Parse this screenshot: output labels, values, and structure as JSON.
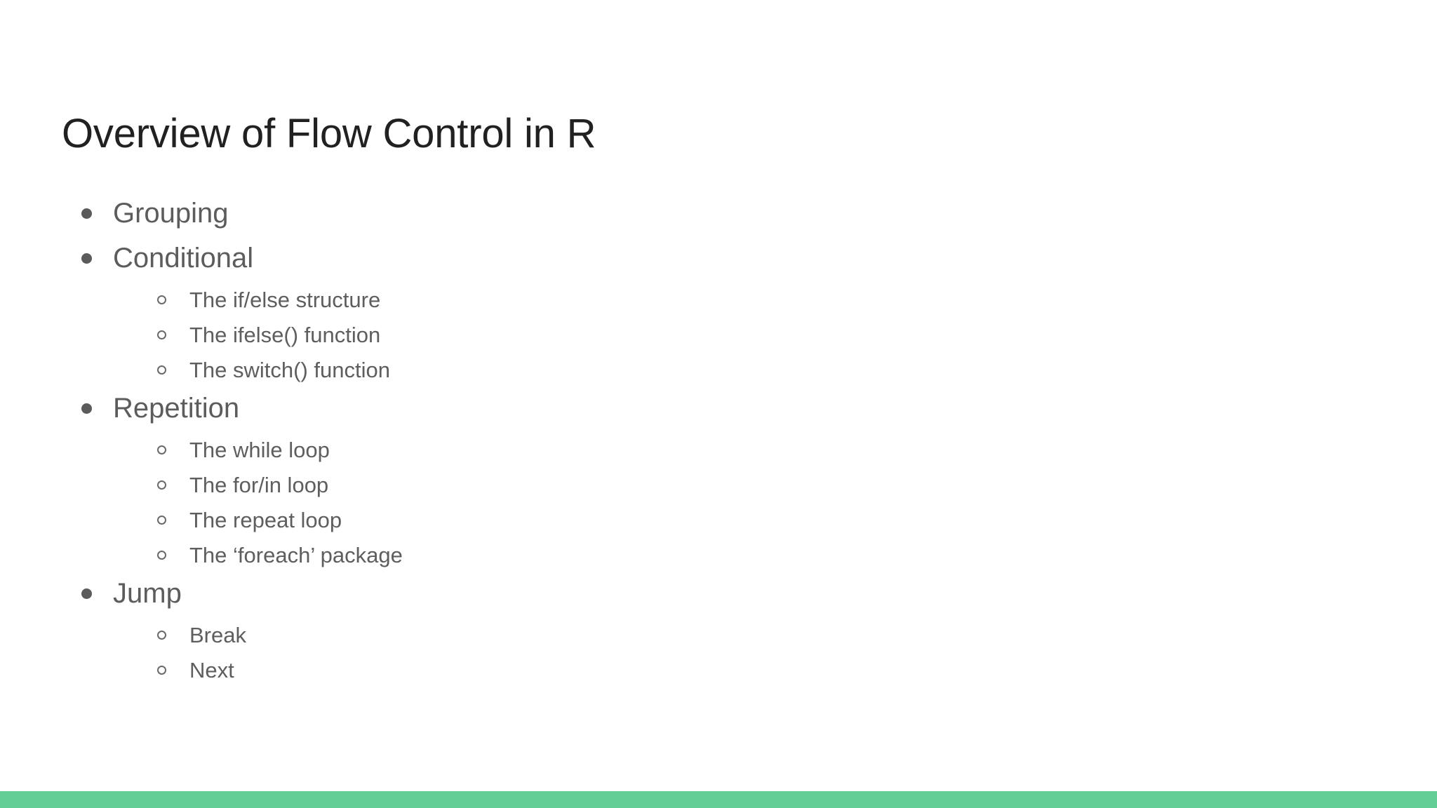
{
  "slide": {
    "title": "Overview of Flow Control in R",
    "accent_color": "#62cf96",
    "title_color": "#212121",
    "body_text_color": "#5c5c5c",
    "background_color": "#ffffff"
  },
  "outline": [
    {
      "level": 1,
      "marker": "filled-bullet",
      "label": "Grouping"
    },
    {
      "level": 1,
      "marker": "filled-bullet",
      "label": "Conditional"
    },
    {
      "level": 2,
      "marker": "hollow-bullet",
      "label": "The if/else structure"
    },
    {
      "level": 2,
      "marker": "hollow-bullet",
      "label": "The ifelse() function"
    },
    {
      "level": 2,
      "marker": "hollow-bullet",
      "label": "The switch() function"
    },
    {
      "level": 1,
      "marker": "filled-bullet",
      "label": "Repetition"
    },
    {
      "level": 2,
      "marker": "hollow-bullet",
      "label": "The while loop"
    },
    {
      "level": 2,
      "marker": "hollow-bullet",
      "label": "The for/in loop"
    },
    {
      "level": 2,
      "marker": "hollow-bullet",
      "label": "The repeat loop"
    },
    {
      "level": 2,
      "marker": "hollow-bullet",
      "label": "The ‘foreach’ package"
    },
    {
      "level": 1,
      "marker": "filled-bullet",
      "label": "Jump"
    },
    {
      "level": 2,
      "marker": "hollow-bullet",
      "label": "Break"
    },
    {
      "level": 2,
      "marker": "hollow-bullet",
      "label": "Next"
    }
  ]
}
